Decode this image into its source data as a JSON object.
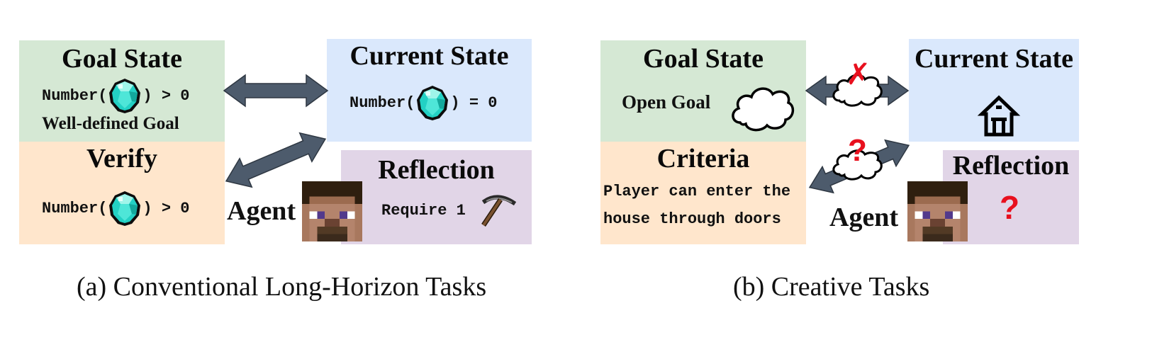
{
  "panel_a": {
    "goal_title": "Goal State",
    "goal_expr_pre": "Number(",
    "goal_expr_post": ") > 0",
    "goal_note": "Well-defined Goal",
    "current_title": "Current State",
    "current_expr_pre": "Number(",
    "current_expr_post": ") = 0",
    "verify_title": "Verify",
    "verify_expr_pre": "Number(",
    "verify_expr_post": ") > 0",
    "reflection_title": "Reflection",
    "reflection_text": "Require 1",
    "agent_label": "Agent",
    "caption": "(a) Conventional Long-Horizon Tasks"
  },
  "panel_b": {
    "goal_title": "Goal State",
    "goal_text": "Open Goal",
    "current_title": "Current State",
    "criteria_title": "Criteria",
    "criteria_line1": "Player can enter the",
    "criteria_line2": "house through doors",
    "reflection_title": "Reflection",
    "reflection_mark": "?",
    "agent_label": "Agent",
    "cloud_mark_top": "✗",
    "cloud_mark_bottom": "?",
    "caption": "(b) Creative Tasks"
  },
  "colors": {
    "goal": "#d5e8d4",
    "current": "#dae8fc",
    "verify": "#ffe6cc",
    "reflection": "#e1d5e7",
    "arrow": "#4d5b6c",
    "mark_red": "#e8101e"
  },
  "icons": [
    "diamond-icon",
    "pickaxe-icon",
    "steve-face-icon",
    "cloud-icon",
    "house-icon"
  ]
}
